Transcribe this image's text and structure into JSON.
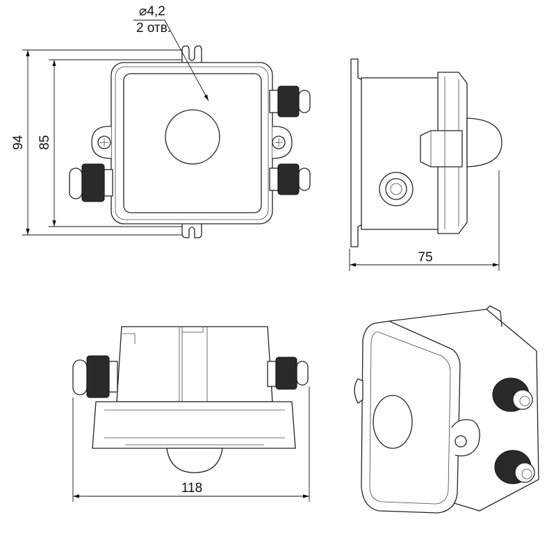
{
  "drawing": {
    "hole_note": {
      "diameter": "⌀4,2",
      "count": "2 отв."
    },
    "dimensions": {
      "overall_height": "94",
      "mount_height": "85",
      "depth": "75",
      "width": "118"
    }
  }
}
